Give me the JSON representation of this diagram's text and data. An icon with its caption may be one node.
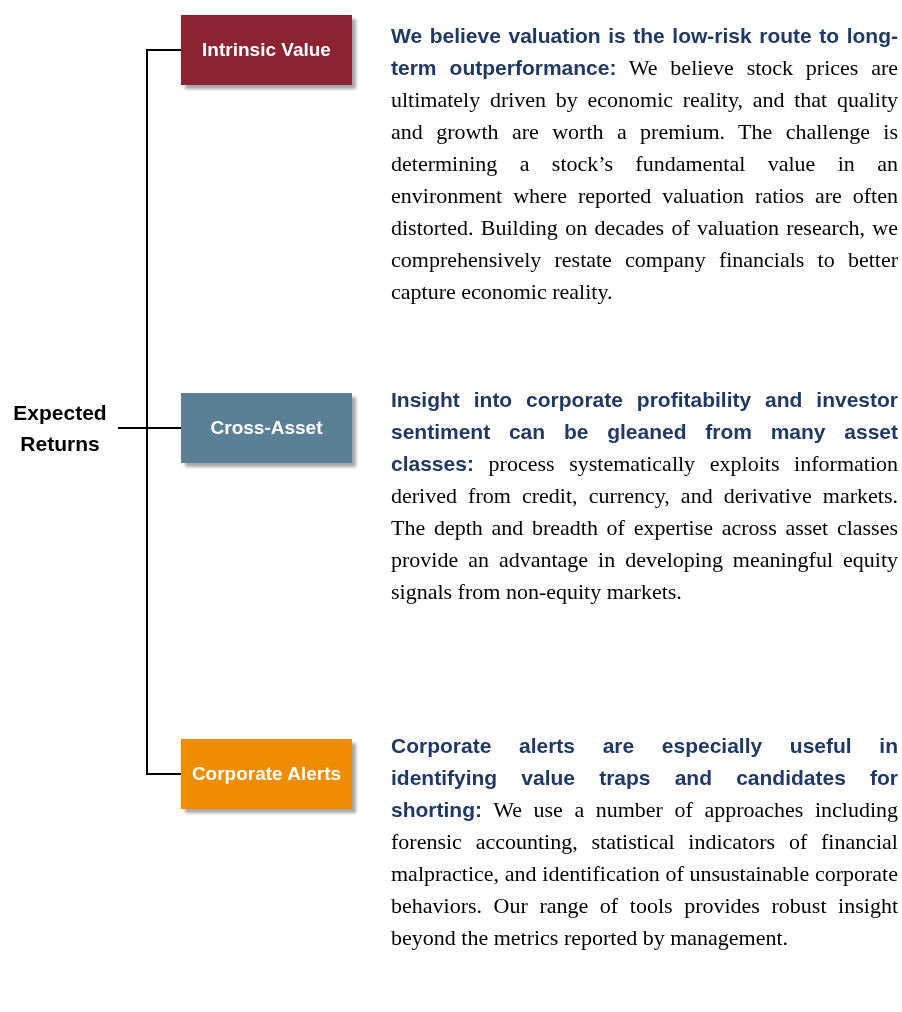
{
  "diagram": {
    "nodes": [
      {
        "text": [
          "Expected Returns"
        ]
      },
      {
        "text": [
          "Intrinsic Value"
        ],
        "beside": [
          "**We believe valuation is the low-risk route to long-term outperformance:** We believe stock prices are ultimately driven by economic reality, and that quality and growth are worth a premium. The challenge is determining a stock’s fundamental value in an environment where reported valuation ratios are often distorted. Building on decades of valuation research, we comprehensively restate company financials to better capture economic reality."
        ]
      },
      {
        "text": [
          "Cross-Asset"
        ],
        "beside": [
          "**Insight into corporate profitability and investor sentiment can be gleaned from many asset classes:** process systematically exploits information derived from credit, currency, and derivative markets. The depth and breadth of expertise across asset classes provide an advantage in developing meaningful equity signals from non-equity markets."
        ]
      },
      {
        "text": [
          "Corporate Alerts"
        ],
        "beside": [
          "**Corporate alerts are especially useful in identifying value traps and candidates for shorting:** We use a number of approaches including forensic accounting, statistical indicators of financial malpractice, and identification of unsustainable corporate behaviors. Our range of tools provides robust insight beyond the metrics reported by management."
        ]
      }
    ],
    "edges": [
      {
        "from": 0,
        "to": 1,
        "arrow": "none"
      },
      {
        "from": 0,
        "to": 2,
        "arrow": "none"
      },
      {
        "from": 0,
        "to": 3,
        "arrow": "none"
      }
    ]
  }
}
